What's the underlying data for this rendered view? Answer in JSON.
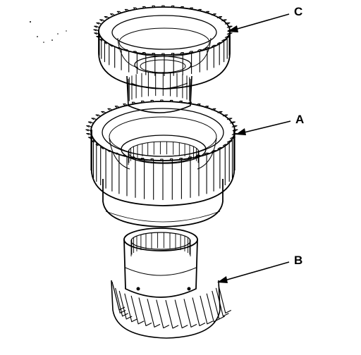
{
  "callouts": {
    "c": "C",
    "a": "A",
    "b": "B"
  },
  "colors": {
    "ink": "#000000",
    "paper": "#ffffff"
  }
}
